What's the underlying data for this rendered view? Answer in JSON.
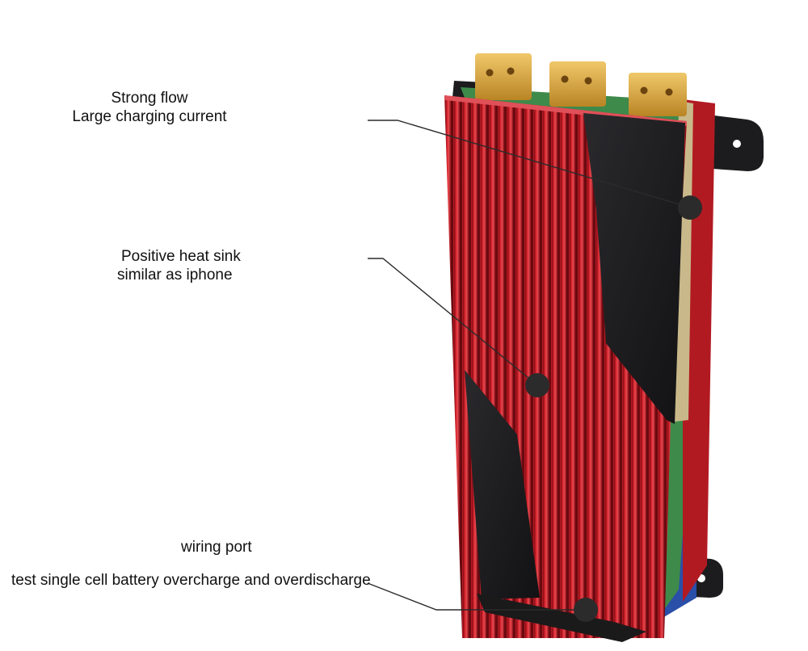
{
  "callouts": [
    {
      "lines": [
        "Strong flow",
        "Large charging current"
      ]
    },
    {
      "lines": [
        "Positive heat sink",
        "similar as iphone"
      ]
    },
    {
      "lines": [
        "wiring port"
      ]
    },
    {
      "lines": [
        "test single cell battery overcharge and overdischarge"
      ]
    }
  ],
  "colors": {
    "heatsink_red": "#c8202a",
    "heatsink_dark": "#8e0e17",
    "black_pad": "#1b1b1d",
    "copper_tab": "#d9a441",
    "pcb_green": "#3e8a4a",
    "pcb_blue": "#2a4fa8",
    "leader": "#2b2b2b"
  }
}
